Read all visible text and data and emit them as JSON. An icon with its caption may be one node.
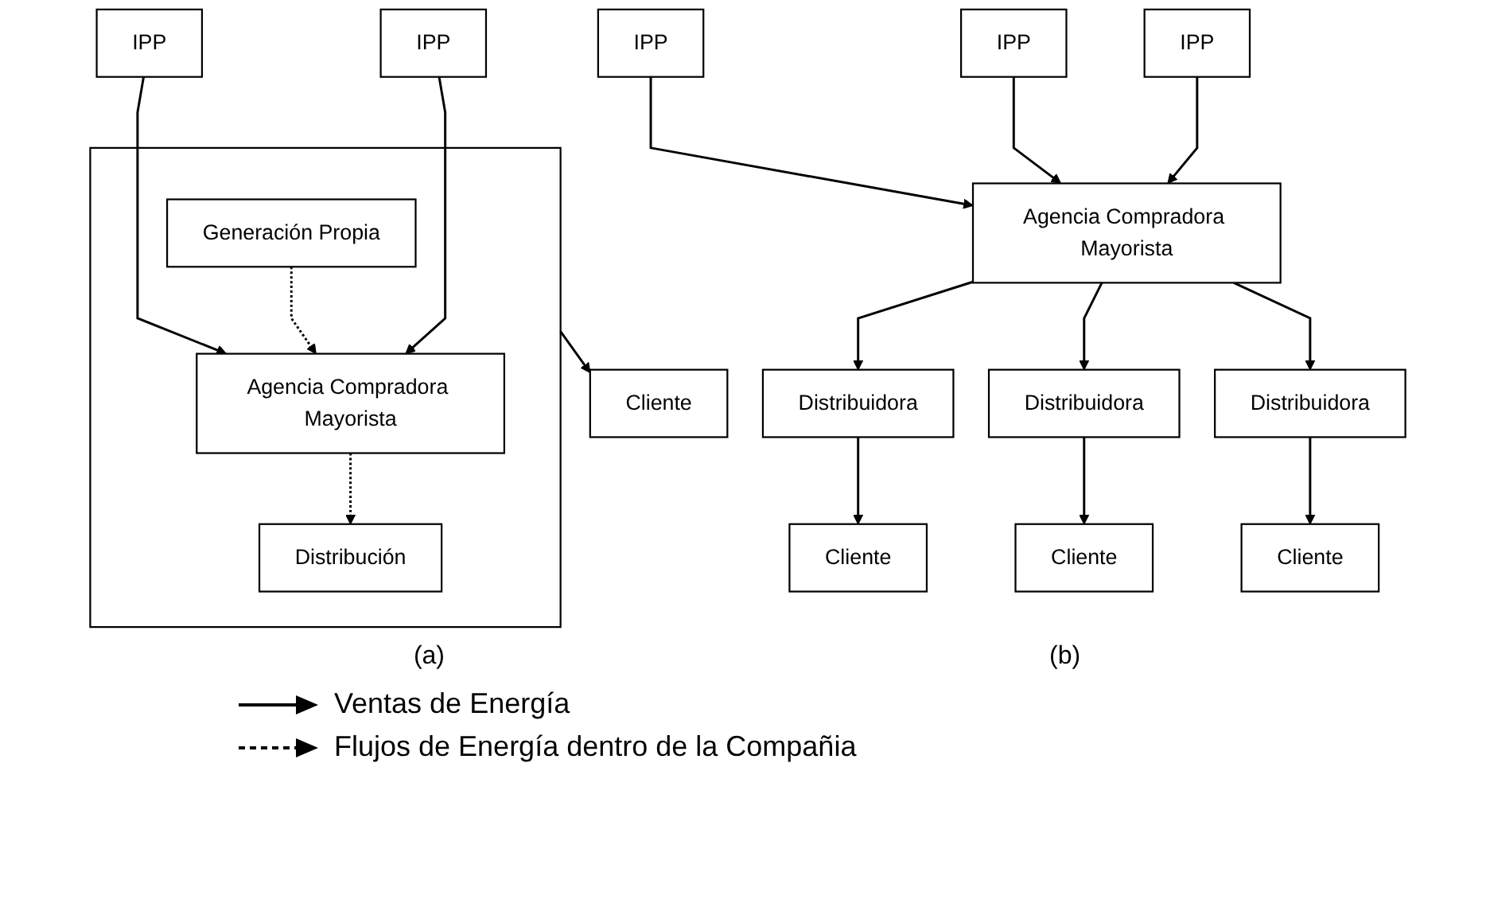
{
  "diagram": {
    "nodes": [
      {
        "text": [
          "IPP"
        ]
      },
      {
        "text": [],
        "shape": "box"
      },
      {
        "text": [
          "Generación Propia"
        ],
        "in": 1
      },
      {
        "text": [
          "IPP"
        ]
      },
      {
        "text": [
          "Agencia Compradora Mayorista"
        ],
        "in": 1
      },
      {
        "text": [
          "Distribución"
        ],
        "in": 1
      },
      {
        "text": [
          "Cliente"
        ]
      },
      {
        "text": [
          "IPP"
        ]
      },
      {
        "text": [
          "IPP"
        ]
      },
      {
        "text": [
          "IPP"
        ]
      },
      {
        "text": [
          "Agencia Compradora Mayorista"
        ]
      },
      {
        "text": [
          "Distribuidora"
        ]
      },
      {
        "text": [
          "Distribuidora"
        ]
      },
      {
        "text": [
          "Distribuidora"
        ]
      },
      {
        "text": [
          "Cliente"
        ]
      },
      {
        "text": [
          "Cliente"
        ]
      },
      {
        "text": [
          "Cliente"
        ]
      }
    ],
    "edges": [
      {
        "from": 0,
        "to": 4,
        "arrow": "to"
      },
      {
        "from": 2,
        "to": 4,
        "arrow": "to",
        "style": "dashed"
      },
      {
        "from": 3,
        "to": 4,
        "arrow": "to"
      },
      {
        "from": 4,
        "to": 5,
        "arrow": "to",
        "style": "dashed"
      },
      {
        "from": 1,
        "to": 6,
        "arrow": "to"
      },
      {
        "from": 7,
        "to": 10,
        "arrow": "to"
      },
      {
        "from": 8,
        "to": 10,
        "arrow": "to"
      },
      {
        "from": 9,
        "to": 10,
        "arrow": "to"
      },
      {
        "from": 10,
        "to": 11,
        "arrow": "to"
      },
      {
        "from": 10,
        "to": 12,
        "arrow": "to"
      },
      {
        "from": 10,
        "to": 13,
        "arrow": "to"
      },
      {
        "from": 11,
        "to": 14,
        "arrow": "to"
      },
      {
        "from": 12,
        "to": 15,
        "arrow": "to"
      },
      {
        "from": 13,
        "to": 16,
        "arrow": "to"
      }
    ],
    "labels": [
      "(a)",
      "(b)"
    ],
    "legend": [
      {
        "text": "Ventas de Energía"
      },
      {
        "text": "Flujos de Energía dentro de la Compañia"
      }
    ]
  }
}
